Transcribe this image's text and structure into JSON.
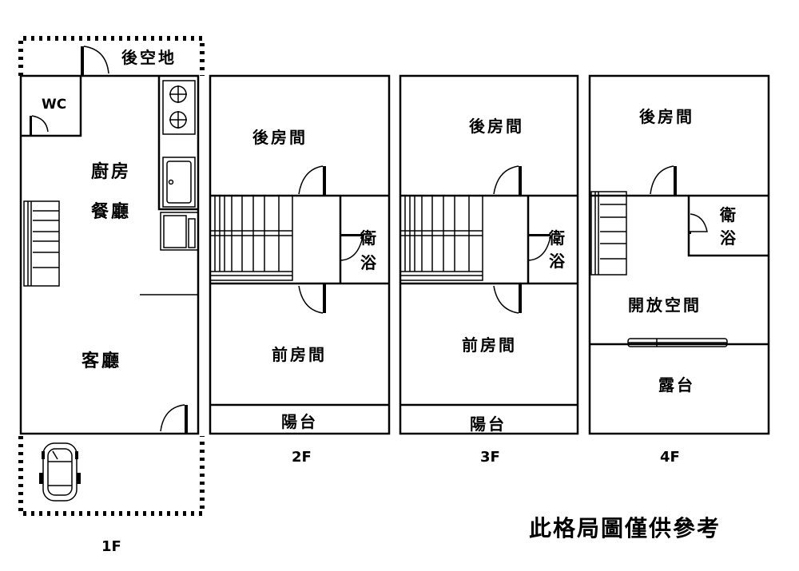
{
  "title": "Floor plan",
  "disclaimer": "此格局圖僅供參考",
  "colors": {
    "line": "#000000",
    "background": "#ffffff"
  },
  "floors": {
    "f1": {
      "label": "1F",
      "rooms": {
        "back_yard": "後空地",
        "wc": "WC",
        "kitchen": "廚房",
        "dining": "餐廳",
        "living": "客廳"
      },
      "fixtures": [
        "stove-icon",
        "sink-icon",
        "fridge-icon",
        "staircase",
        "car-icon"
      ]
    },
    "f2": {
      "label": "2F",
      "rooms": {
        "back_room": "後房間",
        "bath_1": "衛",
        "bath_2": "浴",
        "front_room": "前房間",
        "balcony": "陽台"
      }
    },
    "f3": {
      "label": "3F",
      "rooms": {
        "back_room": "後房間",
        "bath_1": "衛",
        "bath_2": "浴",
        "front_room": "前房間",
        "balcony": "陽台"
      }
    },
    "f4": {
      "label": "4F",
      "rooms": {
        "back_room": "後房間",
        "bath_1": "衛",
        "bath_2": "浴",
        "open_space": "開放空間",
        "terrace": "露台"
      }
    }
  }
}
